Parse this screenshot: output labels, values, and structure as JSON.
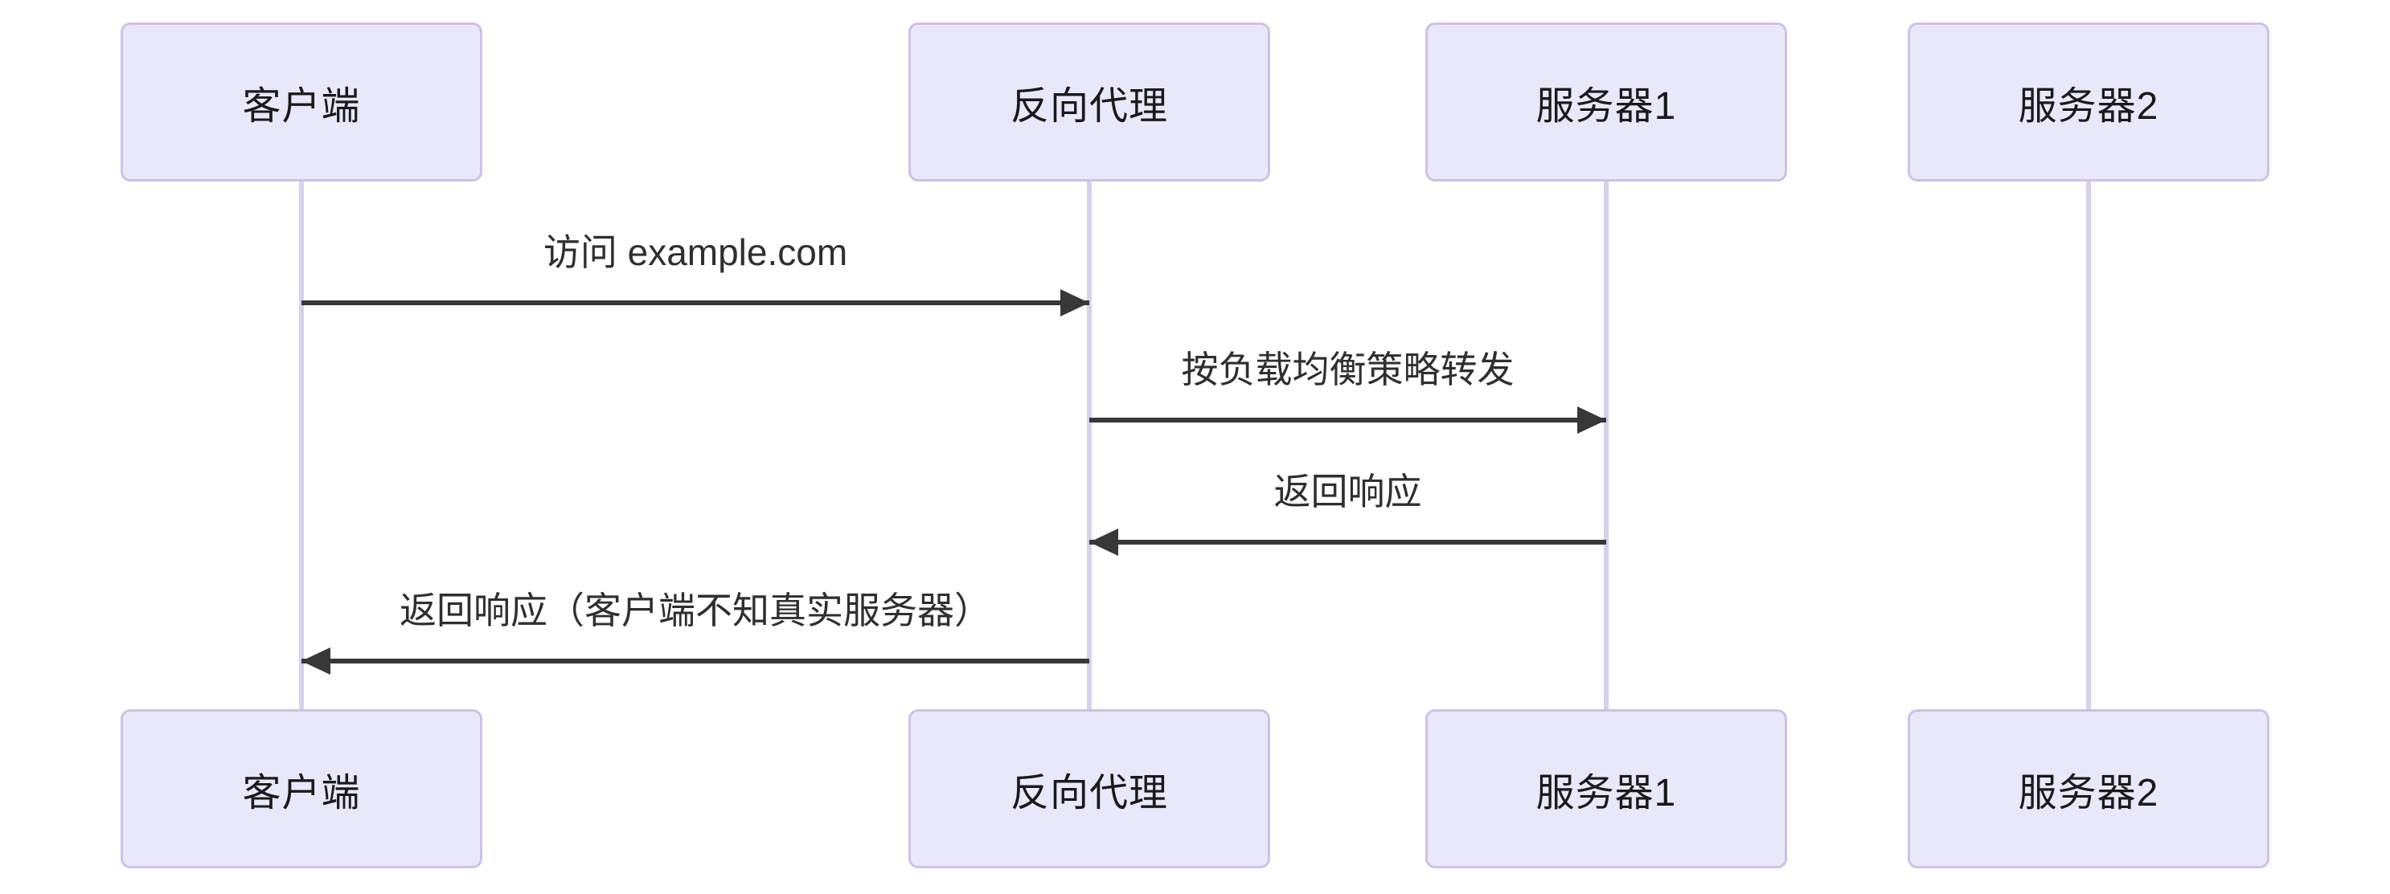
{
  "diagram": {
    "type": "sequence-diagram",
    "actors": [
      {
        "id": "client",
        "label": "客户端"
      },
      {
        "id": "proxy",
        "label": "反向代理"
      },
      {
        "id": "server1",
        "label": "服务器1"
      },
      {
        "id": "server2",
        "label": "服务器2"
      }
    ],
    "messages": [
      {
        "from": "客户端",
        "to": "反向代理",
        "label": "访问 example.com",
        "line": "solid",
        "direction": "right"
      },
      {
        "from": "反向代理",
        "to": "服务器1",
        "label": "按负载均衡策略转发",
        "line": "solid",
        "direction": "right"
      },
      {
        "from": "服务器1",
        "to": "反向代理",
        "label": "返回响应",
        "line": "solid",
        "direction": "left"
      },
      {
        "from": "反向代理",
        "to": "客户端",
        "label": "返回响应（客户端不知真实服务器）",
        "line": "solid",
        "direction": "left"
      }
    ],
    "colors": {
      "background": "#ffffff",
      "actor_fill": "#e9e8fa",
      "actor_border": "#d0c0e8",
      "lifeline": "#d8d0ec",
      "arrow": "#383838",
      "actor_text": "#1a1a1a",
      "message_text": "#2f2f2f"
    }
  }
}
